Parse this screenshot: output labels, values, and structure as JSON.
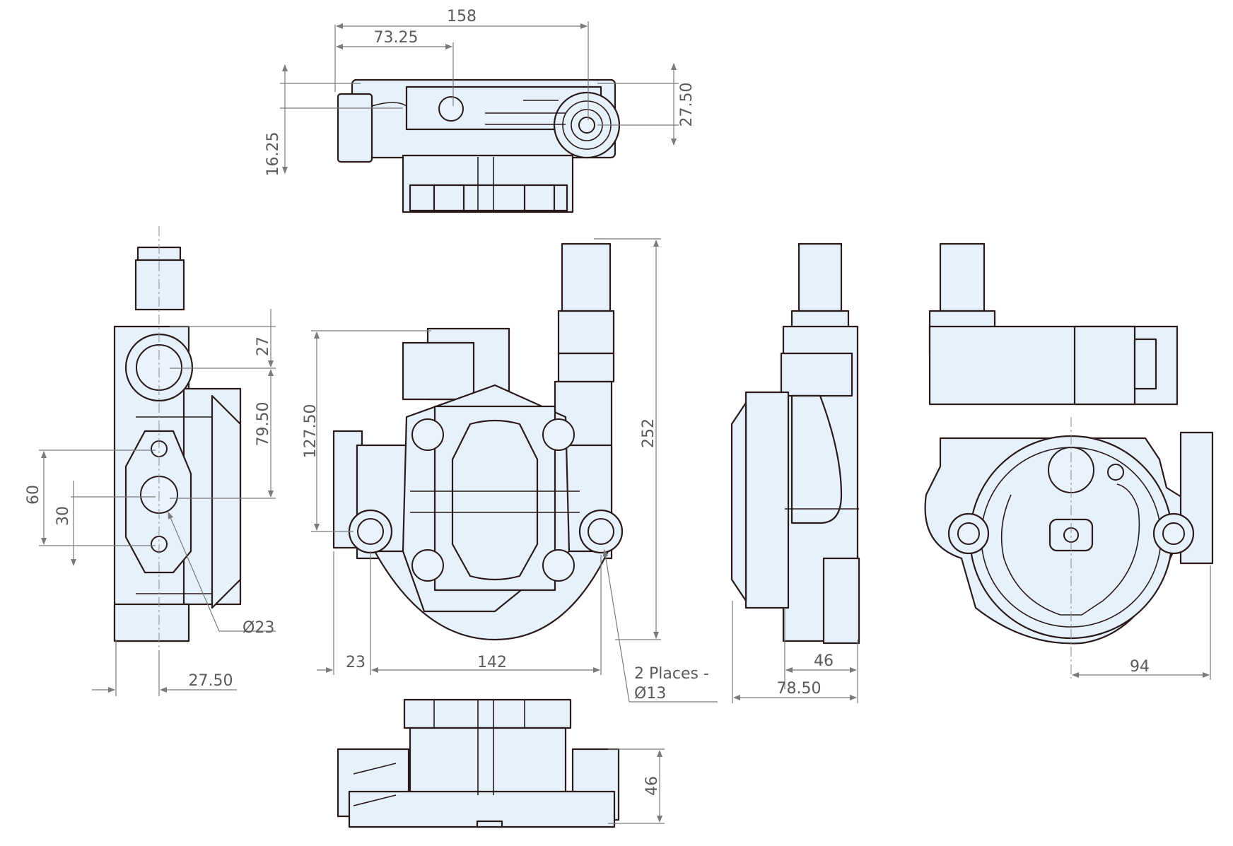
{
  "dimensions": {
    "top_width": "158",
    "top_offset": "73.25",
    "top_height_right": "27.50",
    "top_height_left": "16.25",
    "side_27": "27",
    "side_7950": "79.50",
    "side_60": "60",
    "side_30": "30",
    "side_dia23": "Ø23",
    "side_bottom_2750": "27.50",
    "front_height_12750": "127.50",
    "front_height_252": "252",
    "front_23": "23",
    "front_142": "142",
    "places_line1": "2 Places -",
    "places_line2": "Ø13",
    "right_46": "46",
    "right_7850": "78.50",
    "back_94": "94",
    "bottom_46": "46"
  }
}
